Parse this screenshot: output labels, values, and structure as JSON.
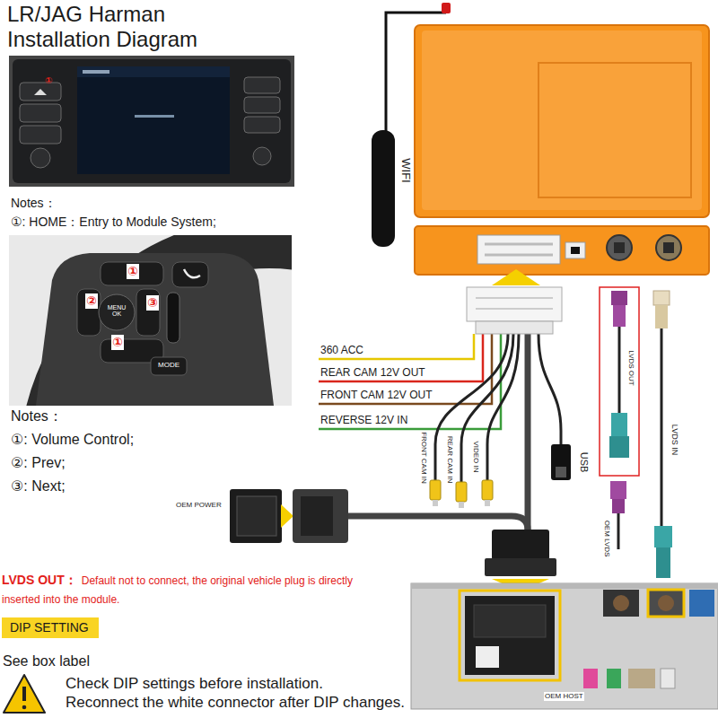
{
  "diagram": {
    "title": "LR/JAG Harman Installation Diagram",
    "nodes": [
      {
        "text": [
          "DIP SETTING"
        ]
      }
    ],
    "labels": [
      "①",
      "Notes：",
      "①: HOME：Entry to Module System;",
      "①",
      "②",
      "③",
      "①",
      "MENU OK",
      "MODE",
      "Notes：",
      "①: Volume Control;",
      "②: Prev;",
      "③: Next;",
      "WIFI",
      "360 ACC",
      "REAR CAM 12V OUT",
      "FRONT CAM 12V OUT",
      "REVERSE 12V IN",
      "FRONT CAM IN",
      "REAR CAM IN",
      "VIDEO IN",
      "USB",
      "LVDS OUT",
      "OEM LVDS",
      "LVDS IN",
      "OEM POWER",
      "LVDS OUT：",
      "Default not to connect, the original vehicle plug is directly inserted into the module.",
      "See box label",
      "Check DIP settings before installation.",
      "Reconnect the white connector after DIP changes.",
      "OEM HOST"
    ]
  }
}
